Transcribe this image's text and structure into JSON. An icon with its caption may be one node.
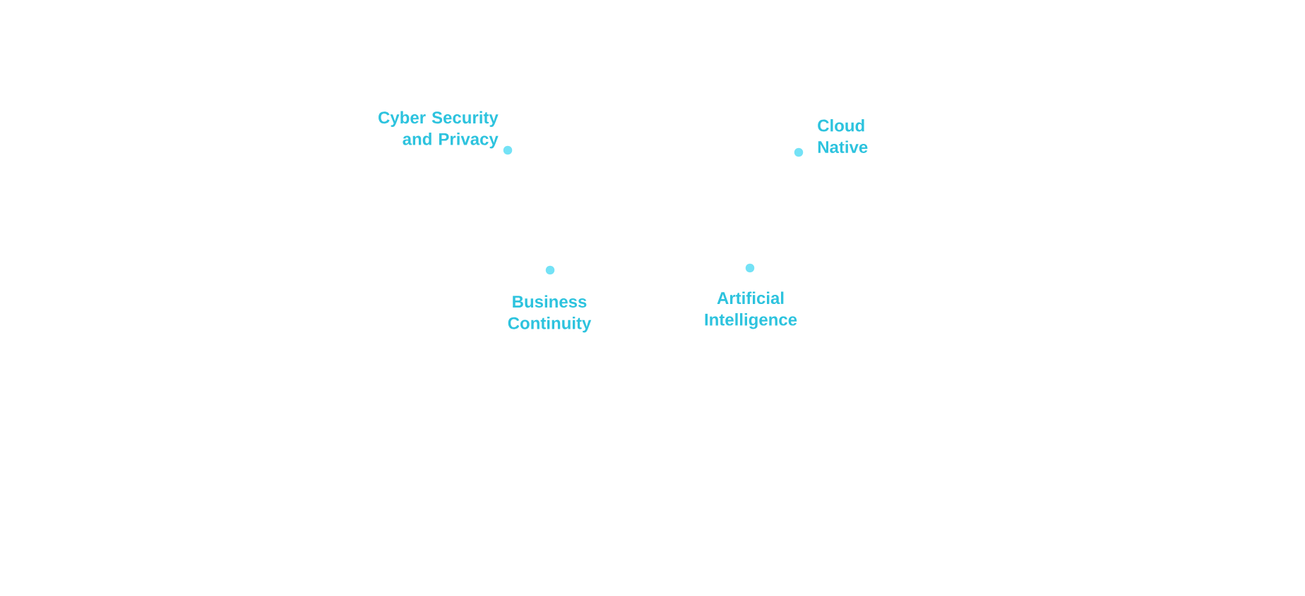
{
  "diagram": {
    "nodes": [
      {
        "text": [],
        "shape": "circle",
        "beside": [
          "Cyber Security and Privacy"
        ]
      },
      {
        "text": [],
        "shape": "circle",
        "beside": [
          "Cloud Native"
        ]
      },
      {
        "text": [],
        "shape": "circle",
        "beside": [
          "Business Continuity"
        ]
      },
      {
        "text": [],
        "shape": "circle",
        "beside": [
          "Artificial Intelligence"
        ]
      }
    ]
  }
}
